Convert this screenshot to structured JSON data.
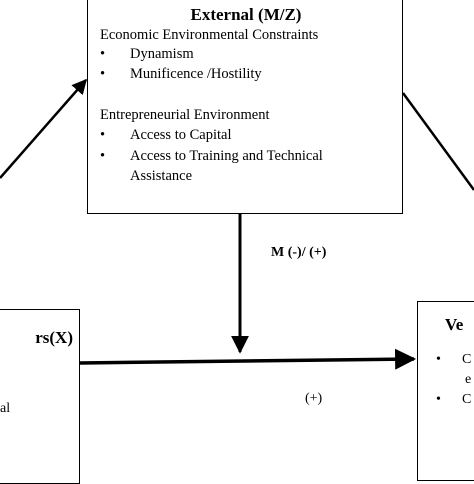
{
  "external": {
    "title": "External (M/Z)",
    "section1_heading": "Economic Environmental Constraints",
    "section1_items": [
      "Dynamism",
      "Munificence /Hostility"
    ],
    "section2_heading": "Entrepreneurial Environment",
    "section2_items": [
      "Access to Capital",
      "Access to Training and Technical"
    ],
    "section2_item2_cont": "Assistance"
  },
  "left_box": {
    "title_fragment": "rs(X)",
    "text_fragment": "al"
  },
  "right_box": {
    "title_fragment": "Ve",
    "items": [
      "C",
      "C"
    ],
    "item1_cont": "e"
  },
  "labels": {
    "moderator": "M (-)/ (+)",
    "main_effect": "(+)"
  },
  "bullet_glyph": "•"
}
